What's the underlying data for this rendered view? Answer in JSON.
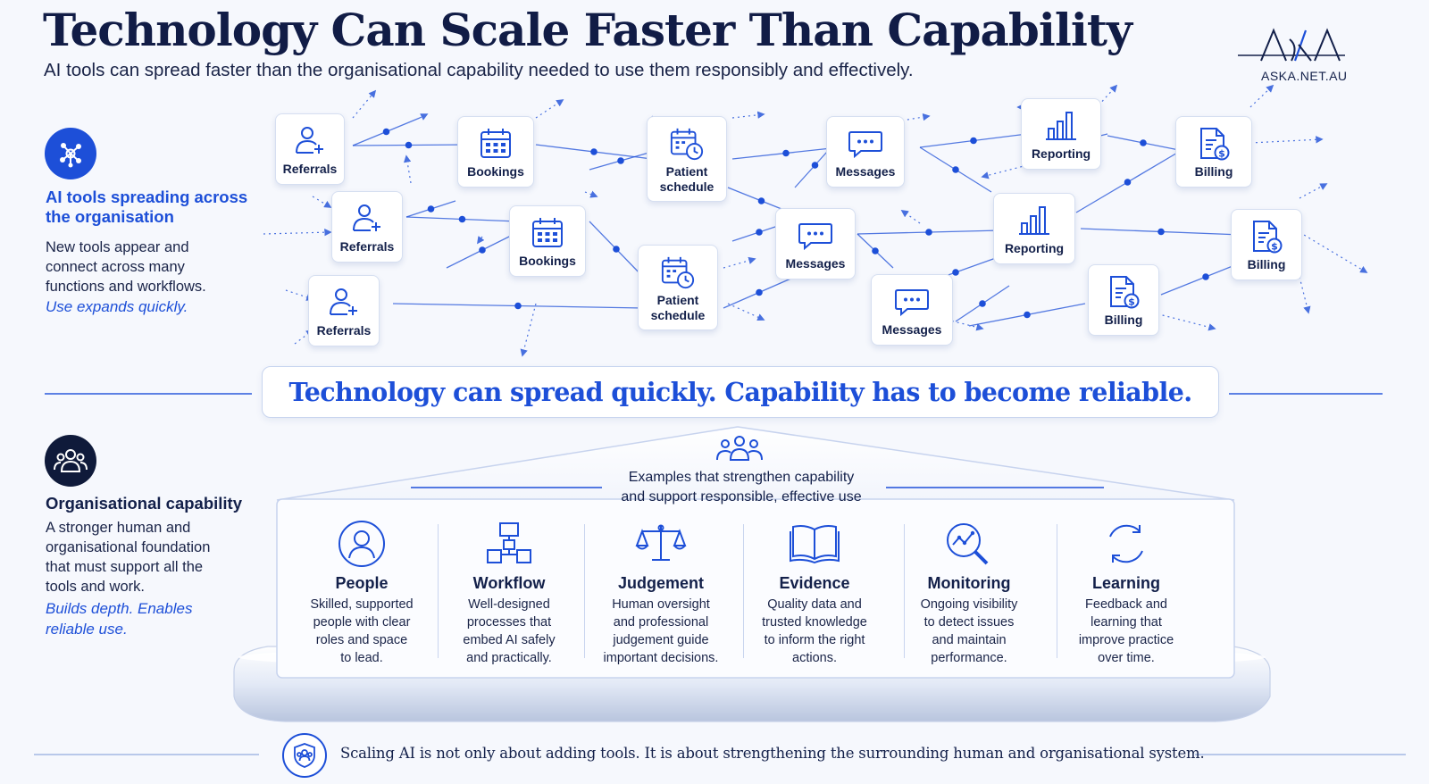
{
  "header": {
    "title": "Technology Can Scale Faster Than Capability",
    "subtitle": "AI tools can spread faster than the organisational capability needed to use them responsibly and effectively."
  },
  "logo": {
    "text": "ASKA.NET.AU"
  },
  "left_top": {
    "icon": "network-icon",
    "heading": "AI tools spreading across the organisation",
    "text": "New tools appear and connect across many functions and workflows.",
    "emphasis": "Use expands quickly."
  },
  "left_bottom": {
    "icon": "people-group-icon",
    "heading": "Organisational capability",
    "text": "A stronger human and organisational foundation that must support all the tools and work.",
    "emphasis": "Builds depth. Enables reliable use."
  },
  "tools": [
    {
      "label": "Referrals",
      "icon": "referral-icon"
    },
    {
      "label": "Referrals",
      "icon": "referral-icon"
    },
    {
      "label": "Referrals",
      "icon": "referral-icon"
    },
    {
      "label": "Bookings",
      "icon": "calendar-icon"
    },
    {
      "label": "Bookings",
      "icon": "calendar-icon"
    },
    {
      "label": "Patient schedule",
      "icon": "calendar-clock-icon"
    },
    {
      "label": "Patient schedule",
      "icon": "calendar-clock-icon"
    },
    {
      "label": "Messages",
      "icon": "chat-icon"
    },
    {
      "label": "Messages",
      "icon": "chat-icon"
    },
    {
      "label": "Messages",
      "icon": "chat-icon"
    },
    {
      "label": "Reporting",
      "icon": "bar-chart-icon"
    },
    {
      "label": "Reporting",
      "icon": "bar-chart-icon"
    },
    {
      "label": "Billing",
      "icon": "invoice-icon"
    },
    {
      "label": "Billing",
      "icon": "invoice-icon"
    },
    {
      "label": "Billing",
      "icon": "invoice-icon"
    }
  ],
  "banner": {
    "text": "Technology can spread quickly. Capability has to become reliable."
  },
  "foundation": {
    "icon": "people-group-icon",
    "caption_line1": "Examples that strengthen capability",
    "caption_line2": "and support responsible, effective use",
    "pillars": [
      {
        "title": "People",
        "icon": "person-icon",
        "lines": [
          "Skilled, supported",
          "people with clear",
          "roles and space",
          "to lead."
        ]
      },
      {
        "title": "Workflow",
        "icon": "workflow-icon",
        "lines": [
          "Well-designed",
          "processes that",
          "embed AI safely",
          "and practically."
        ]
      },
      {
        "title": "Judgement",
        "icon": "scales-icon",
        "lines": [
          "Human oversight",
          "and professional",
          "judgement guide",
          "important decisions."
        ]
      },
      {
        "title": "Evidence",
        "icon": "book-icon",
        "lines": [
          "Quality data and",
          "trusted knowledge",
          "to inform the right",
          "actions."
        ]
      },
      {
        "title": "Monitoring",
        "icon": "magnifier-chart-icon",
        "lines": [
          "Ongoing visibility",
          "to detect issues",
          "and maintain",
          "performance."
        ]
      },
      {
        "title": "Learning",
        "icon": "cycle-icon",
        "lines": [
          "Feedback and",
          "learning that",
          "improve practice",
          "over time."
        ]
      }
    ]
  },
  "footer": {
    "icon": "people-shield-icon",
    "text": "Scaling AI is not only about adding tools. It is about strengthening the surrounding human and organisational system."
  },
  "colors": {
    "accent": "#1d4fd8",
    "navy": "#111c46",
    "background": "#f6f8fd"
  }
}
